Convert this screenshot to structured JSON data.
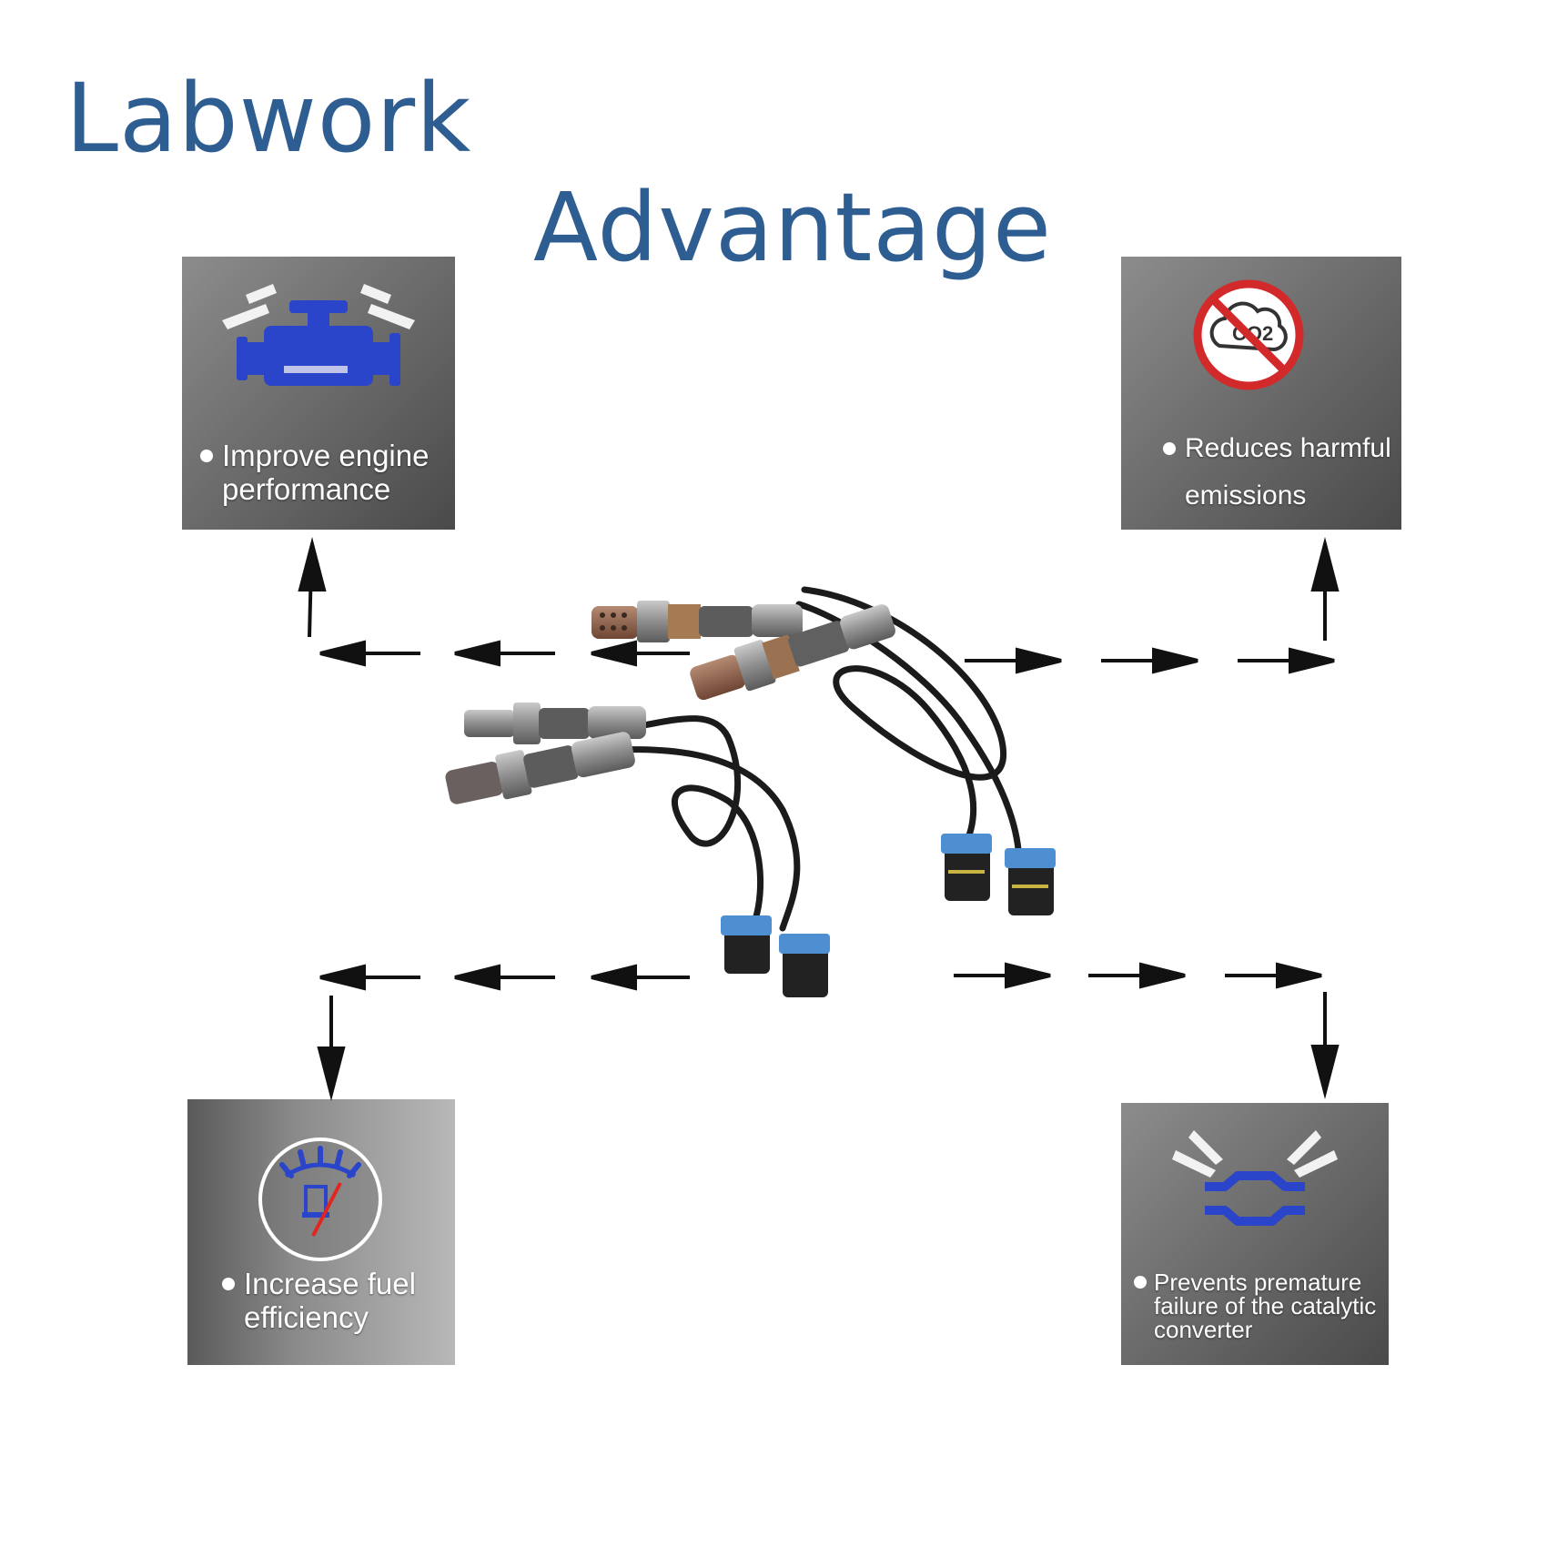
{
  "header": {
    "brand": "Labwork",
    "headline": "Advantage"
  },
  "cards": {
    "engine": {
      "line1": "Improve engine",
      "line2": "performance",
      "icon": "engine-icon"
    },
    "emissions": {
      "line1": "Reduces harmful",
      "line2": "emissions",
      "icon": "no-co2-icon",
      "icon_text": "CO2"
    },
    "fuel": {
      "line1": "Increase fuel",
      "line2": "efficiency",
      "icon": "fuel-gauge-icon"
    },
    "catalytic": {
      "line1": "Prevents premature",
      "line2": "failure of the catalytic",
      "line3": "converter",
      "icon": "catalytic-converter-icon"
    }
  },
  "product": {
    "icon": "oxygen-sensor-set-image"
  },
  "colors": {
    "title": "#2e5e91",
    "icon_blue": "#2a45c9",
    "prohibit_red": "#d22a2a",
    "needle_red": "#e0261f",
    "card_text": "#ffffff"
  }
}
